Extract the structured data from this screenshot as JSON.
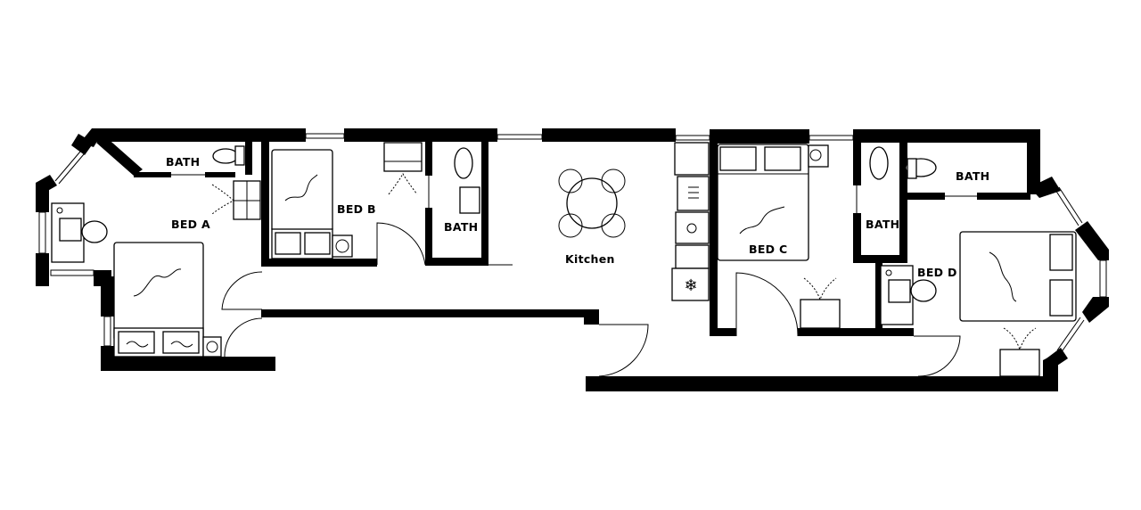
{
  "plan": {
    "type": "apartment floor plan",
    "background": "#ffffff",
    "wall_color": "#000000",
    "rooms": [
      {
        "id": "bed_a",
        "label": "BED A"
      },
      {
        "id": "bath_a",
        "label": "BATH"
      },
      {
        "id": "bed_b",
        "label": "BED B"
      },
      {
        "id": "bath_b",
        "label": "BATH"
      },
      {
        "id": "kitchen",
        "label": "Kitchen"
      },
      {
        "id": "bed_c",
        "label": "BED C"
      },
      {
        "id": "bath_c",
        "label": "BATH"
      },
      {
        "id": "bath_d",
        "label": "BATH"
      },
      {
        "id": "bed_d",
        "label": "BED D"
      }
    ],
    "furniture_icons": [
      "double-bed-icon",
      "nightstand-lamp-icon",
      "desk-chair-icon",
      "wardrobe-icon",
      "toilet-icon",
      "sink-icon",
      "dining-table-icon",
      "stove-icon",
      "kitchen-sink-icon",
      "fridge-icon",
      "door-swing-icon",
      "window-icon"
    ]
  }
}
